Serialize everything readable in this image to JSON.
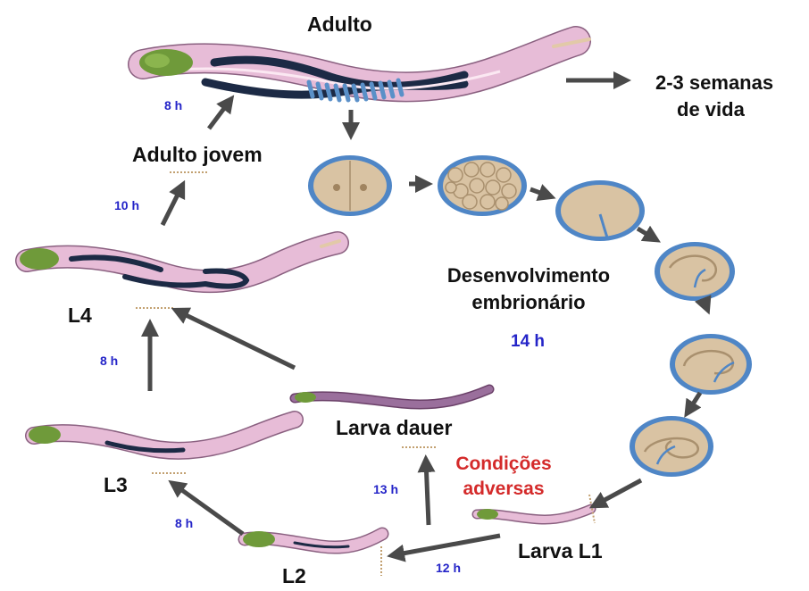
{
  "stages": {
    "adulto": "Adulto",
    "adulto_jovem": "Adulto jovem",
    "l4": "L4",
    "l3": "L3",
    "l2": "L2",
    "larva_l1": "Larva L1",
    "larva_dauer": "Larva dauer"
  },
  "lifespan": {
    "line1": "2-3 semanas",
    "line2": "de vida"
  },
  "embryo": {
    "line1": "Desenvolvimento",
    "line2": "embrionário",
    "time": "14 h"
  },
  "adverse": {
    "line1": "Condições",
    "line2": "adversas"
  },
  "durations": {
    "adult_young_to_adult": "8 h",
    "l4_to_adult_young": "10 h",
    "l3_to_l4": "8 h",
    "l2_to_l3": "8 h",
    "l2_to_dauer": "13 h",
    "l1_to_l2": "12 h"
  },
  "colors": {
    "worm_body": "#e7bcd7",
    "worm_outline": "#8a6080",
    "head": "#6f9a3a",
    "gonad": "#1c2a45",
    "eggs": "#5a90c8",
    "embryo_shell": "#4f86c6",
    "embryo_fill": "#d9c3a3",
    "arrow": "#4a4a4a",
    "time_blue": "#2424c8",
    "adverse_red": "#d42a2a"
  }
}
